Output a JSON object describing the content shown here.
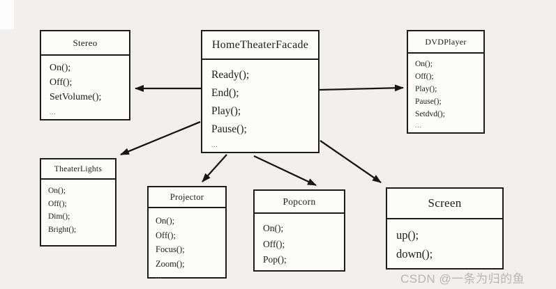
{
  "diagram": {
    "pattern": "Facade",
    "classes": {
      "facade": {
        "name": "HomeTheaterFacade",
        "methods": [
          "Ready();",
          "End();",
          "Play();",
          "Pause();"
        ],
        "ellipsis": "..."
      },
      "stereo": {
        "name": "Stereo",
        "methods": [
          "On();",
          "Off();",
          "SetVolume();"
        ],
        "ellipsis": "..."
      },
      "dvd": {
        "name": "DVDPlayer",
        "methods": [
          "On();",
          "Off();",
          "Play();",
          "Pause();",
          "Setdvd();"
        ],
        "ellipsis": "..."
      },
      "lights": {
        "name": "TheaterLights",
        "methods": [
          "On();",
          "Off();",
          "Dim();",
          "Bright();"
        ]
      },
      "projector": {
        "name": "Projector",
        "methods": [
          "On();",
          "Off();",
          "Focus();",
          "Zoom();"
        ],
        "ellipsis": "..."
      },
      "popcorn": {
        "name": "Popcorn",
        "methods": [
          "On();",
          "Off();",
          "Pop();"
        ]
      },
      "screen": {
        "name": "Screen",
        "methods": [
          "up();",
          "down();"
        ]
      }
    },
    "colors": {
      "ink": "#1c1c1c",
      "box_fill": "#fcfcfb",
      "background": "#f1f0ee",
      "watermark": "#b7b6b4"
    },
    "watermark": "CSDN @一条为归的鱼"
  }
}
